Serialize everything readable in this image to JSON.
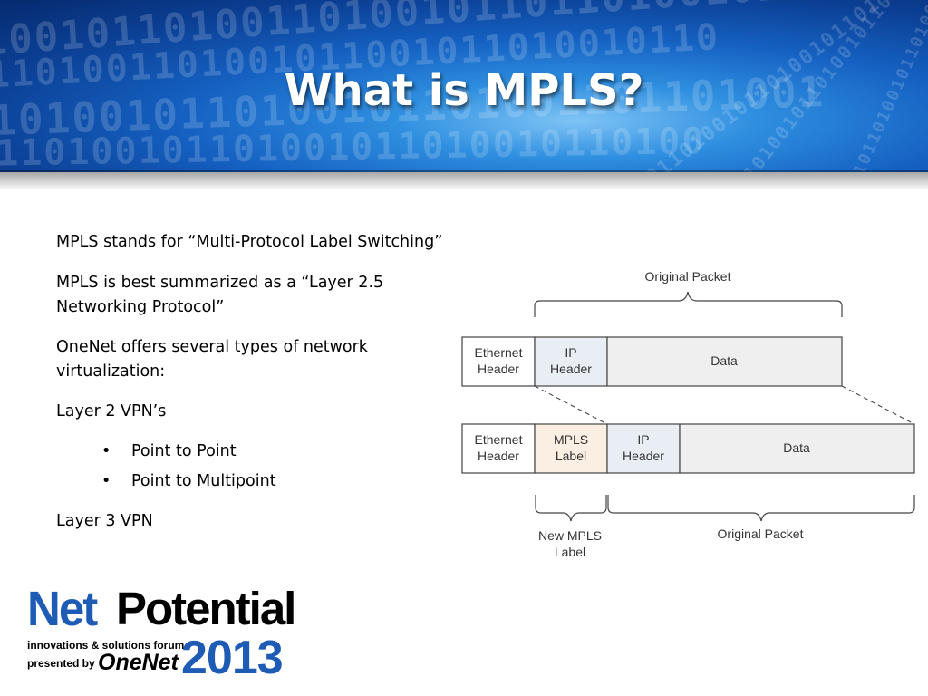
{
  "slide": {
    "title": "What is MPLS?",
    "paragraphs": [
      "MPLS stands for “Multi-Protocol Label Switching”",
      "MPLS is best summarized as a “Layer 2.5",
      "Networking Protocol”",
      "OneNet offers several types of network",
      "virtualization:",
      "Layer 2 VPN’s",
      "Layer 3 VPN"
    ],
    "bullets": [
      "Point to Point",
      "Point to Multipoint"
    ],
    "bullet_glyph": "•"
  },
  "diagram": {
    "top_brace_label": "Original Packet",
    "row1": [
      "Ethernet",
      "Header",
      "IP",
      "Header",
      "Data"
    ],
    "row2": [
      "Ethernet",
      "Header",
      "MPLS",
      "Label",
      "IP",
      "Header",
      "Data"
    ],
    "bottom_left_label": [
      "New MPLS",
      "Label"
    ],
    "bottom_right_label": "Original Packet",
    "colors": {
      "ip_fill": "#e9eef5",
      "mpls_fill": "#fbeee2",
      "data_fill": "#efefef",
      "ethernet_fill": "#ffffff",
      "stroke": "#444444"
    }
  },
  "logo": {
    "word_net": "Net",
    "word_potential": "Potential",
    "tagline": "innovations & solutions forum",
    "presented_by": "presented by",
    "onenet": "OneNet",
    "year": "2013",
    "colors": {
      "blue": "#1e5bb5",
      "black": "#000000"
    }
  }
}
